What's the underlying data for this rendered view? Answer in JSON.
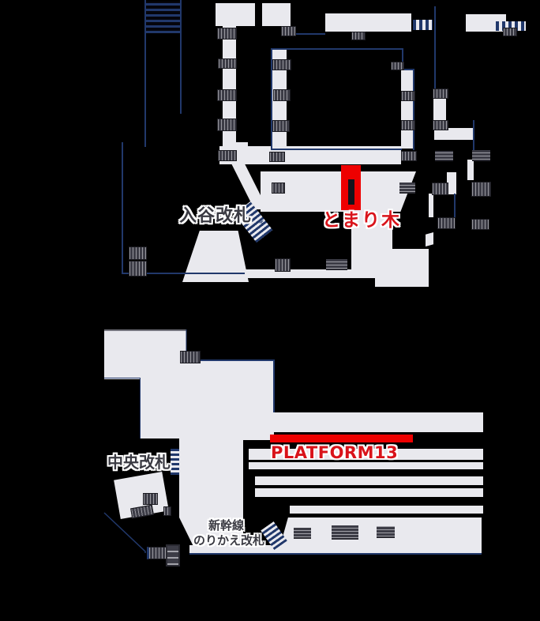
{
  "upper_map": {
    "gate_label": "入谷改札",
    "poi_label": "とまり木"
  },
  "lower_map": {
    "gate_label": "中央改札",
    "platform_label": "PLATFORM13",
    "transfer_gate_label_line1": "新幹線",
    "transfer_gate_label_line2": "のりかえ改札"
  },
  "colors": {
    "background": "#000000",
    "floor_white": "#e9e9ee",
    "outline_navy": "#21386b",
    "icon_dark": "#3c3c46",
    "highlight_red": "#ee0000",
    "label_red": "#d9131a",
    "label_dark": "#3a3a42"
  },
  "icons": {
    "stairs": "stairs-icon",
    "escalator": "escalator-icon",
    "elevator": "elevator-icon",
    "gate_hatch": "ticket-gate-hatch-icon",
    "stair_shaft": "stair-shaft-stripes-icon"
  }
}
